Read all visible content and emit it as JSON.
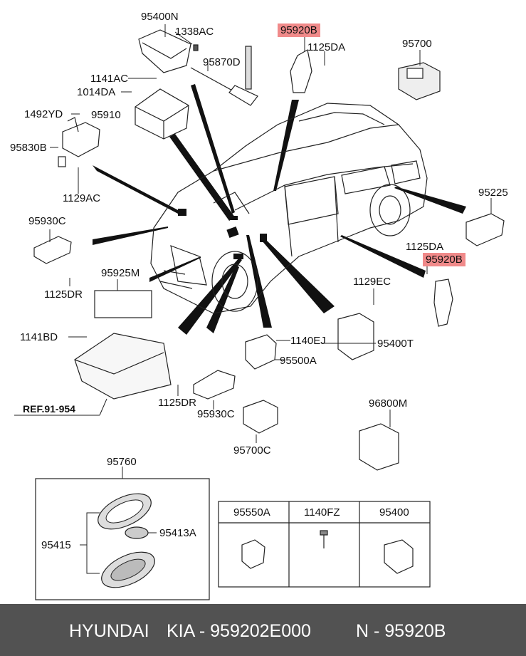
{
  "parts": {
    "p95400N": "95400N",
    "p1338AC": "1338AC",
    "p95920B_top": "95920B",
    "p1125DA_top": "1125DA",
    "p95700": "95700",
    "p95870D": "95870D",
    "p1141AC": "1141AC",
    "p1014DA": "1014DA",
    "p1492YD": "1492YD",
    "p95910": "95910",
    "p95830B": "95830B",
    "p1129AC": "1129AC",
    "p95225": "95225",
    "p95930C_left": "95930C",
    "p1125DA_right": "1125DA",
    "p95920B_right": "95920B",
    "p95925M": "95925M",
    "p1125DR_left": "1125DR",
    "p1129EC": "1129EC",
    "p1141BD": "1141BD",
    "p1140EJ": "1140EJ",
    "p95400T": "95400T",
    "p95500A": "95500A",
    "ref": "REF.91-954",
    "p1125DR_mid": "1125DR",
    "p95930C_mid": "95930C",
    "p96800M": "96800M",
    "p95700C": "95700C",
    "p95760": "95760",
    "p95415": "95415",
    "p95413A": "95413A"
  },
  "table": {
    "col1": "95550A",
    "col2": "1140FZ",
    "col3": "95400"
  },
  "footer": {
    "brand": "HYUNDAI",
    "code": "KIA - 959202E000",
    "number": "N - 95920B"
  },
  "colors": {
    "highlight": "#f08a8a",
    "footer_bg": "#525252"
  }
}
